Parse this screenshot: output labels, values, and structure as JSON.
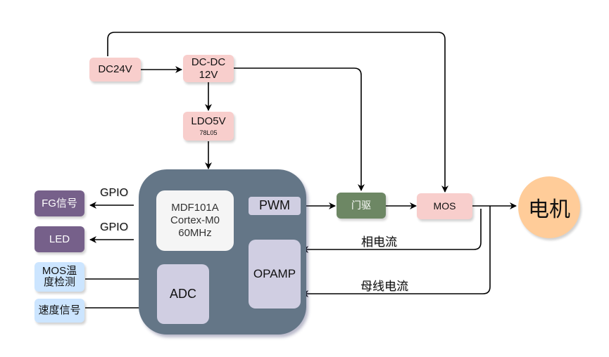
{
  "power": {
    "dc24v": "DC24V",
    "dcdc_line1": "DC-DC",
    "dcdc_line2": "12V",
    "ldo_line1": "LDO5V",
    "ldo_line2": "78L05"
  },
  "mcu": {
    "core_line1": "MDF101A",
    "core_line2": "Cortex-M0",
    "core_line3": "60MHz",
    "pwm": "PWM",
    "opamp": "OPAMP",
    "adc": "ADC"
  },
  "outputs": {
    "fg_signal": "FG信号",
    "led": "LED",
    "gpio_label_1": "GPIO",
    "gpio_label_2": "GPIO"
  },
  "inputs": {
    "mos_temp_line1": "MOS温",
    "mos_temp_line2": "度检测",
    "speed_signal": "速度信号"
  },
  "drive": {
    "gate_driver": "门驱",
    "mos": "MOS",
    "motor": "电机"
  },
  "feedback": {
    "phase_current": "相电流",
    "bus_current": "母线电流"
  },
  "colors": {
    "power_fill": "#f8cecc",
    "output_fill": "#76608a",
    "input_fill": "#cce5ff",
    "driver_fill": "#6d8764",
    "chip_fill": "#647687",
    "peripheral_fill": "#d0cee2",
    "motor_fill": "#ffcc99"
  }
}
